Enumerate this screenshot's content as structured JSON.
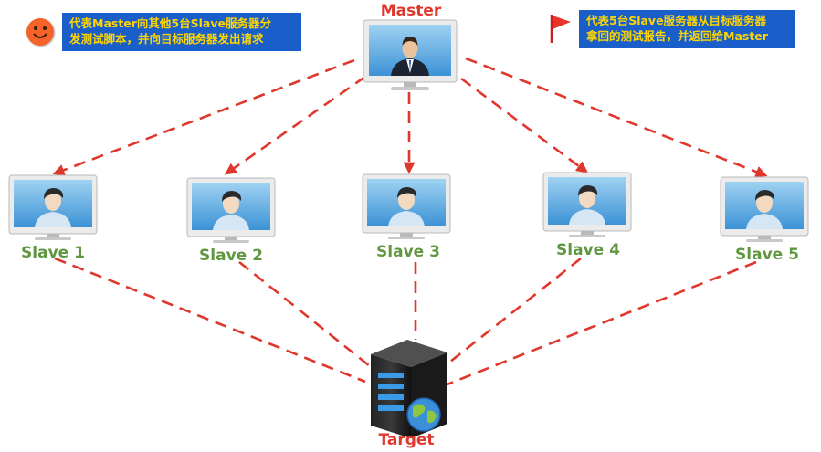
{
  "legend": {
    "request": {
      "lines": [
        "代表Master向其他5台Slave服务器分",
        "发测试脚本，并向目标服务器发出请求"
      ],
      "icon": "smiley-icon"
    },
    "report": {
      "lines": [
        "代表5台Slave服务器从目标服务器",
        "拿回的测试报告，并返回给Master"
      ],
      "icon": "flag-icon"
    }
  },
  "nodes": {
    "master": {
      "label": "Master"
    },
    "slaves": [
      {
        "label": "Slave 1"
      },
      {
        "label": "Slave 2"
      },
      {
        "label": "Slave 3"
      },
      {
        "label": "Slave 4"
      },
      {
        "label": "Slave 5"
      }
    ],
    "target": {
      "label": "Target"
    }
  },
  "colors": {
    "edge": "#e0372d",
    "master_label": "#e0372d",
    "slave_label": "#5f9640",
    "target_label": "#e0372d",
    "legend_bg": "#1a5fc9",
    "legend_text": "#ffd500"
  }
}
